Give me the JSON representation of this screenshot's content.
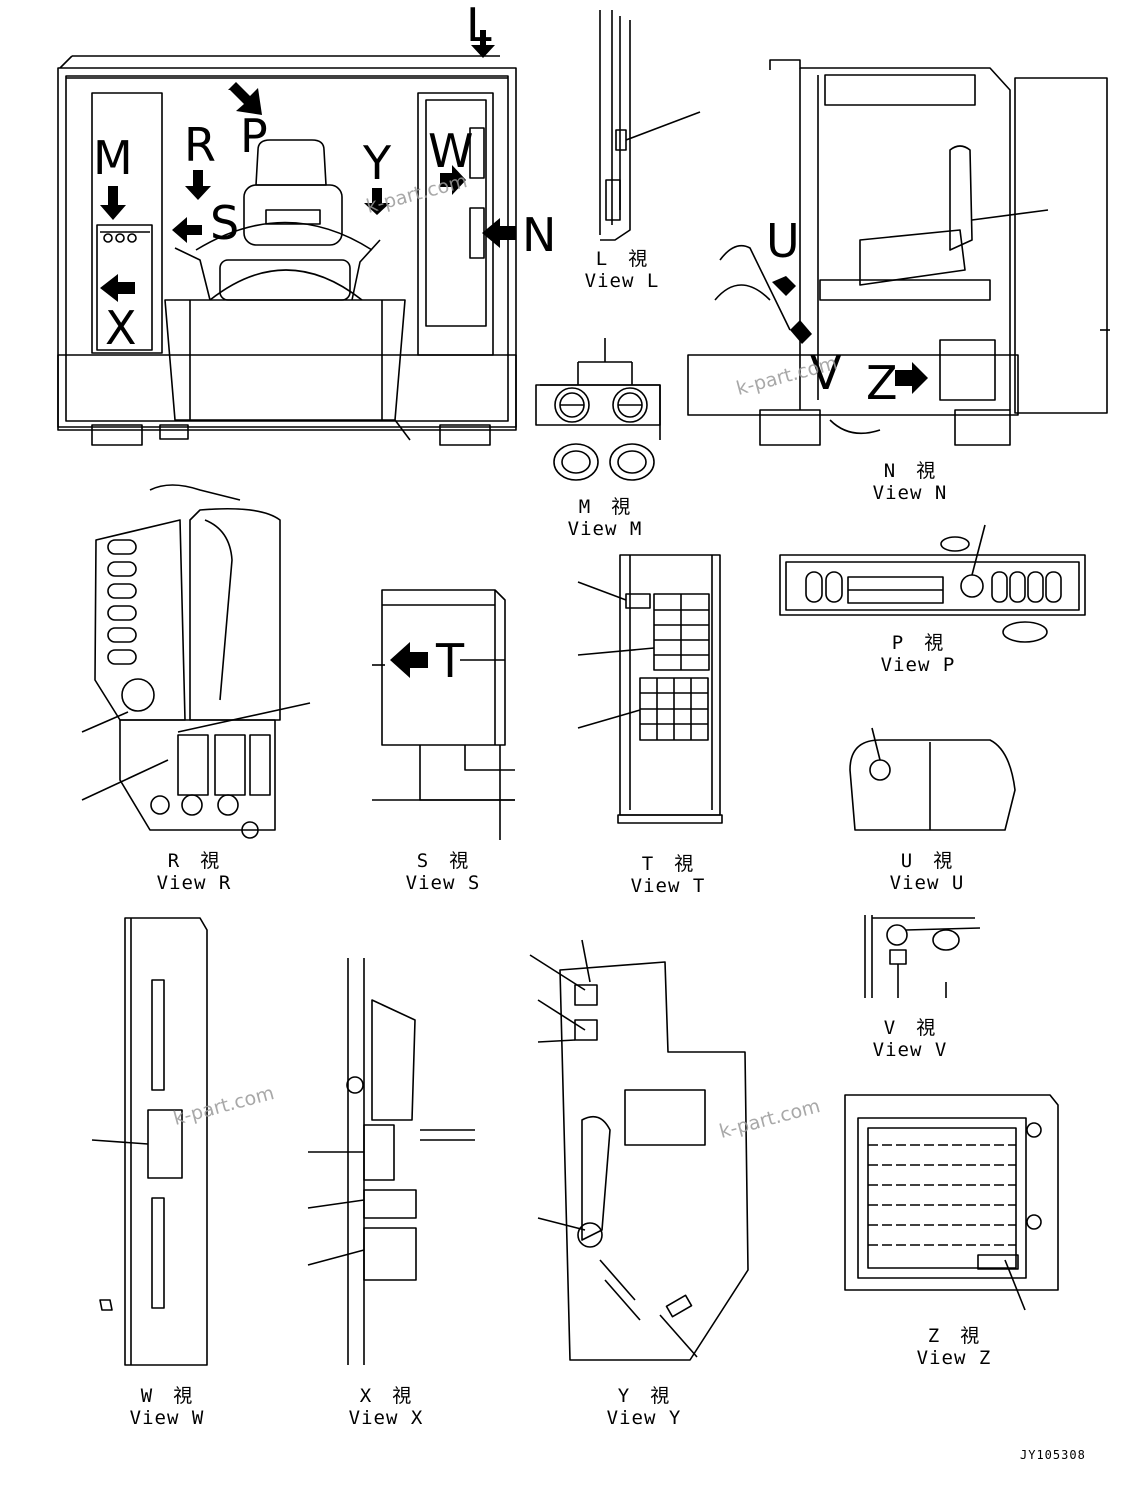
{
  "views": [
    {
      "id": "L",
      "jp": "L　視",
      "en": "View L"
    },
    {
      "id": "M",
      "jp": "M　視",
      "en": "View M"
    },
    {
      "id": "N",
      "jp": "N　視",
      "en": "View N"
    },
    {
      "id": "P",
      "jp": "P　視",
      "en": "View P"
    },
    {
      "id": "R",
      "jp": "R　視",
      "en": "View R"
    },
    {
      "id": "S",
      "jp": "S　視",
      "en": "View S"
    },
    {
      "id": "T",
      "jp": "T　視",
      "en": "View T"
    },
    {
      "id": "U",
      "jp": "U　視",
      "en": "View U"
    },
    {
      "id": "V",
      "jp": "V　視",
      "en": "View V"
    },
    {
      "id": "W",
      "jp": "W　視",
      "en": "View W"
    },
    {
      "id": "X",
      "jp": "X　視",
      "en": "View X"
    },
    {
      "id": "Y",
      "jp": "Y　視",
      "en": "View Y"
    },
    {
      "id": "Z",
      "jp": "Z　視",
      "en": "View Z"
    }
  ],
  "arrow_letters": {
    "L": "L",
    "M": "M",
    "R": "R",
    "P": "P",
    "S": "S",
    "X": "X",
    "Y": "Y",
    "W": "W",
    "N": "N",
    "U": "U",
    "V": "V",
    "Z": "Z",
    "T": "T"
  },
  "watermark": "k-part.com",
  "drawing_code": "JY105308"
}
